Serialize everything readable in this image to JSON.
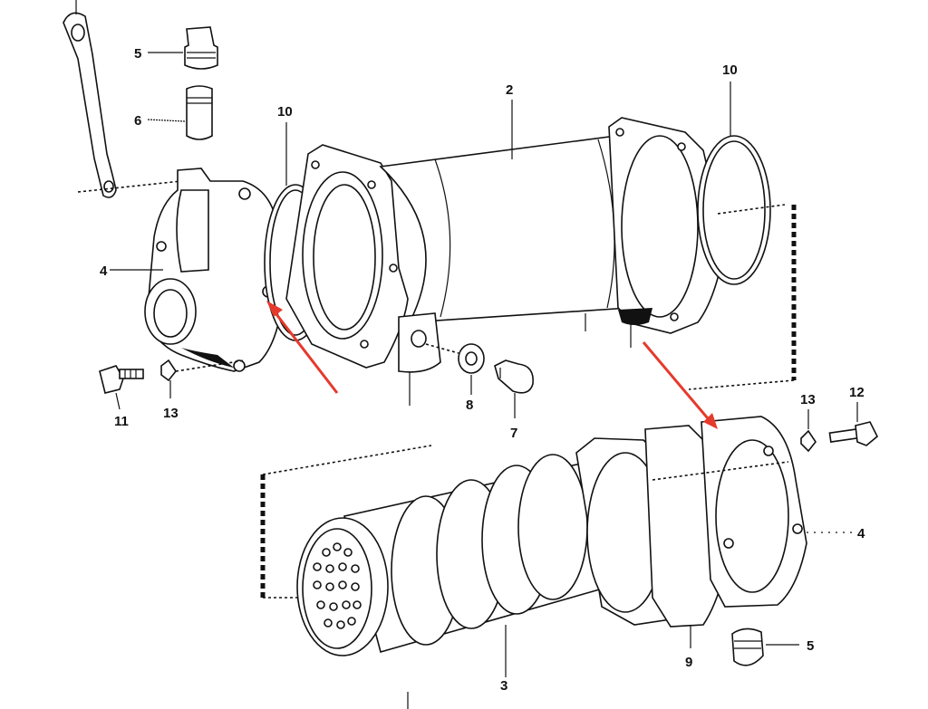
{
  "diagram": {
    "accent_color": "#e53a2c",
    "labels": [
      {
        "id": "label-5-top",
        "text": "5"
      },
      {
        "id": "label-6",
        "text": "6"
      },
      {
        "id": "label-10-left",
        "text": "10"
      },
      {
        "id": "label-2",
        "text": "2"
      },
      {
        "id": "label-10-right",
        "text": "10"
      },
      {
        "id": "label-4-left",
        "text": "4"
      },
      {
        "id": "label-11",
        "text": "11"
      },
      {
        "id": "label-13-left",
        "text": "13"
      },
      {
        "id": "label-8",
        "text": "8"
      },
      {
        "id": "label-7",
        "text": "7"
      },
      {
        "id": "label-13-right",
        "text": "13"
      },
      {
        "id": "label-12",
        "text": "12"
      },
      {
        "id": "label-4-right",
        "text": "4"
      },
      {
        "id": "label-5-bottom",
        "text": "5"
      },
      {
        "id": "label-9",
        "text": "9"
      },
      {
        "id": "label-3",
        "text": "3"
      }
    ]
  }
}
